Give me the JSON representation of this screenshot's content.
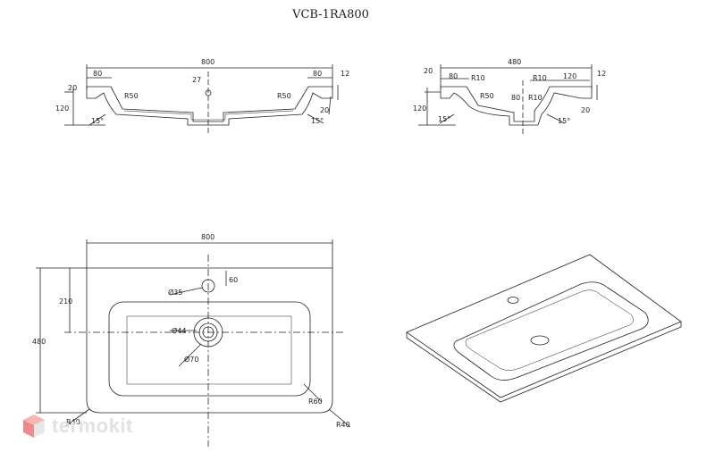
{
  "title": "VCB-1RA800",
  "front": {
    "width": "800",
    "left": "80",
    "right": "80",
    "tap": "27",
    "h12": "12",
    "h20": "20",
    "h120": "120",
    "r_left": "R50",
    "r_right": "R50",
    "a_left": "15°",
    "a_right": "15°",
    "h20b": "20"
  },
  "side": {
    "width": "480",
    "left": "80",
    "r10a": "R10",
    "r10b": "R10",
    "right": "120",
    "h20": "20",
    "h12": "12",
    "r50": "R50",
    "d80": "80",
    "r10c": "R10",
    "h120": "120",
    "a_left": "15°",
    "a_right": "15°",
    "h20b": "20"
  },
  "top": {
    "width": "800",
    "height": "480",
    "d210": "210",
    "hole": "Ø35",
    "d60": "60",
    "drain": "Ø44",
    "drain2": "Ø70",
    "r60": "R60",
    "r40l": "R40",
    "r40r": "R40"
  },
  "brand": {
    "name": "termokit"
  }
}
